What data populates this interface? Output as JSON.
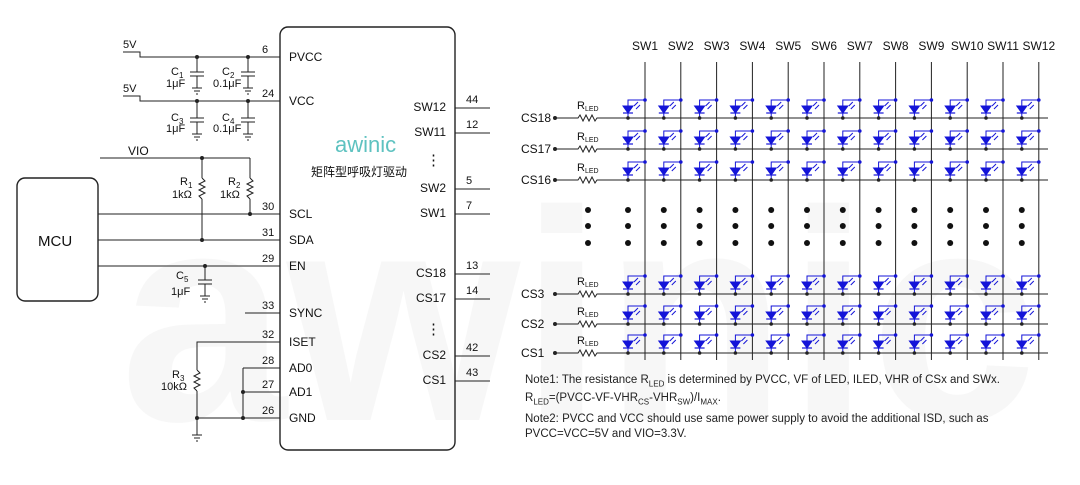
{
  "watermark": "awinic",
  "chip": {
    "brand": "awinic",
    "subtitle": "矩阵型呼吸灯驱动",
    "left_pins": [
      {
        "num": "6",
        "name": "PVCC"
      },
      {
        "num": "24",
        "name": "VCC"
      },
      {
        "num": "30",
        "name": "SCL"
      },
      {
        "num": "31",
        "name": "SDA"
      },
      {
        "num": "29",
        "name": "EN"
      },
      {
        "num": "33",
        "name": "SYNC"
      },
      {
        "num": "32",
        "name": "ISET"
      },
      {
        "num": "28",
        "name": "AD0"
      },
      {
        "num": "27",
        "name": "AD1"
      },
      {
        "num": "26",
        "name": "GND"
      }
    ],
    "right_pins": [
      {
        "num": "44",
        "name": "SW12"
      },
      {
        "num": "12",
        "name": "SW11"
      },
      {
        "num": "5",
        "name": "SW2"
      },
      {
        "num": "7",
        "name": "SW1"
      },
      {
        "num": "13",
        "name": "CS18"
      },
      {
        "num": "14",
        "name": "CS17"
      },
      {
        "num": "42",
        "name": "CS2"
      },
      {
        "num": "43",
        "name": "CS1"
      }
    ],
    "ellipsis": "⋮"
  },
  "supplies": {
    "pvcc": "5V",
    "vcc": "5V",
    "vio": "VIO"
  },
  "components": {
    "c1": {
      "name": "C",
      "sub": "1",
      "value": "1μF"
    },
    "c2": {
      "name": "C",
      "sub": "2",
      "value": "0.1μF"
    },
    "c3": {
      "name": "C",
      "sub": "3",
      "value": "1μF"
    },
    "c4": {
      "name": "C",
      "sub": "4",
      "value": "0.1μF"
    },
    "c5": {
      "name": "C",
      "sub": "5",
      "value": "1μF"
    },
    "r1": {
      "name": "R",
      "sub": "1",
      "value": "1kΩ"
    },
    "r2": {
      "name": "R",
      "sub": "2",
      "value": "1kΩ"
    },
    "r3": {
      "name": "R",
      "sub": "3",
      "value": "10kΩ"
    }
  },
  "mcu": {
    "label": "MCU"
  },
  "matrix": {
    "columns": [
      "SW1",
      "SW2",
      "SW3",
      "SW4",
      "SW5",
      "SW6",
      "SW7",
      "SW8",
      "SW9",
      "SW10",
      "SW11",
      "SW12"
    ],
    "rows_top": [
      "CS18",
      "CS17",
      "CS16"
    ],
    "rows_bottom": [
      "CS3",
      "CS2",
      "CS1"
    ],
    "rled_name": "R",
    "rled_sub": "LED",
    "led_color": "#1414d8"
  },
  "notes": {
    "note1_a": "Note1: The resistance R",
    "note1_sub": "LED",
    "note1_b": " is determined by PVCC, VF of LED, ILED, VHR of CSx and SWx.",
    "note1_line2": "R<sub>LED</sub>=(PVCC-VF-VHR<sub>CS</sub>-VHR<sub>SW</sub>)/I<sub>MAX</sub>.",
    "note2_line1": "Note2: PVCC and VCC should use same power supply to avoid the additional ISD, such as",
    "note2_line2": "PVCC=VCC=5V and VIO=3.3V."
  }
}
